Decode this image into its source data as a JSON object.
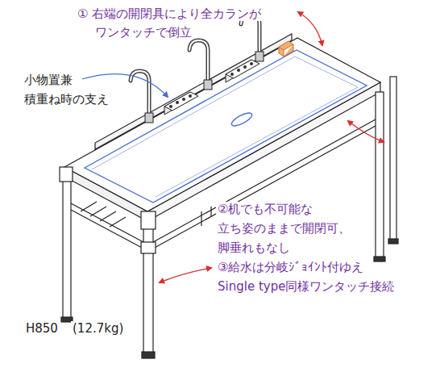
{
  "diagram": {
    "labels": [
      "① 右端の開閉具により全カランが",
      "ワンタッチで倒立",
      "小物置兼",
      "積重ね時の支え",
      "②机でも不可能な",
      "立ち姿のままで開閉可、",
      "脚垂れもなし",
      "③給水は分岐ｼﾞｮｲﾝﾄ付ゆえ",
      "Single type同様ワンタッチ接続",
      "H850",
      "(12.7kg)"
    ]
  }
}
